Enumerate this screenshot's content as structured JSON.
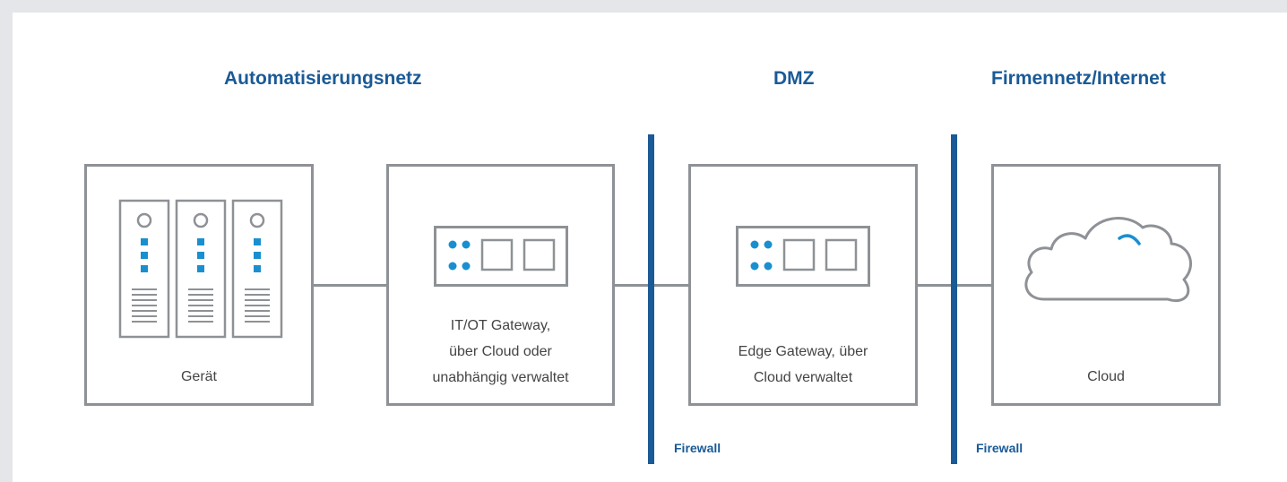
{
  "zones": {
    "automation": "Automatisierungsnetz",
    "dmz": "DMZ",
    "corporate": "Firmennetz/Internet"
  },
  "boxes": {
    "device": {
      "label": "Gerät",
      "icon": "server-rack-icon"
    },
    "itot_gateway": {
      "line1": "IT/OT Gateway,",
      "line2": "über Cloud oder",
      "line3": "unabhängig verwaltet",
      "icon": "gateway-icon"
    },
    "edge_gateway": {
      "line1": "Edge Gateway, über",
      "line2": "Cloud verwaltet",
      "icon": "gateway-icon"
    },
    "cloud": {
      "label": "Cloud",
      "icon": "cloud-icon"
    }
  },
  "firewalls": [
    "Firewall",
    "Firewall"
  ],
  "colors": {
    "accent": "#1a5a96",
    "node_dot": "#1a8fd0",
    "box_border": "#8e9195",
    "background": "#e4e6e9"
  }
}
